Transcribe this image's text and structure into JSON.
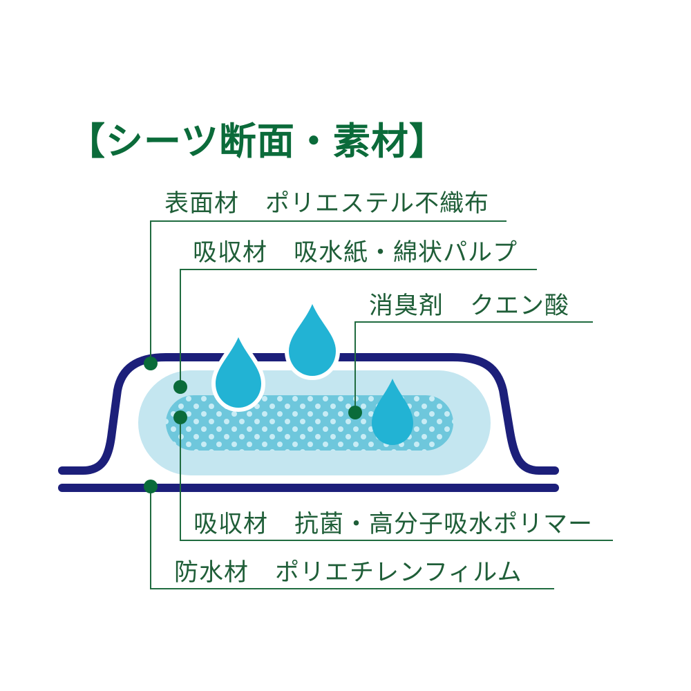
{
  "title": "【シーツ断面・素材】",
  "labels": {
    "surface": {
      "part": "表面材",
      "material": "ポリエステル不織布"
    },
    "absorbent_upper": {
      "part": "吸収材",
      "material": "吸水紙・綿状パルプ"
    },
    "deodorant": {
      "part": "消臭剤",
      "material": "クエン酸"
    },
    "absorbent_lower": {
      "part": "吸収材",
      "material": "抗菌・高分子吸水ポリマー"
    },
    "waterproof": {
      "part": "防水材",
      "material": "ポリエチレンフィルム"
    }
  },
  "colors": {
    "title": "#0b6b3a",
    "label_text": "#1f5e38",
    "leader_line": "#1f6b3f",
    "leader_dot": "#0a6b3a",
    "sheet_outline": "#1c1f7a",
    "pulp_layer": "#c4e6f0",
    "polymer_layer": "#6ec7dc",
    "polymer_dots": "#c8ecf5",
    "water_drop": "#22b3d4"
  }
}
